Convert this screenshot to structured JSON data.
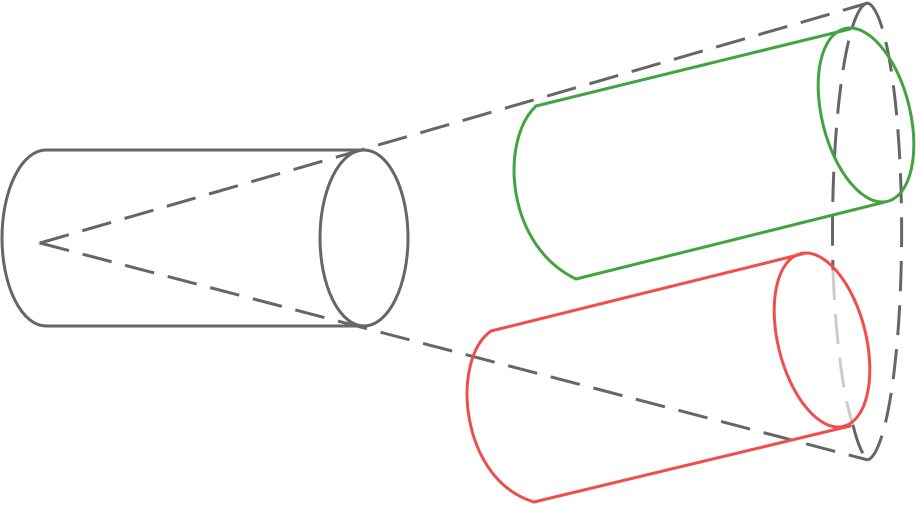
{
  "colors": {
    "source_cylinder": "#666666",
    "cone": "#666666",
    "hidden": "#cccccc",
    "green_cylinder": "#44a340",
    "red_cylinder": "#f04e4e",
    "background": "#ffffff"
  },
  "diagram": {
    "shapes": [
      "cylinder",
      "cone",
      "cylinder",
      "cylinder"
    ],
    "text_labels": []
  }
}
